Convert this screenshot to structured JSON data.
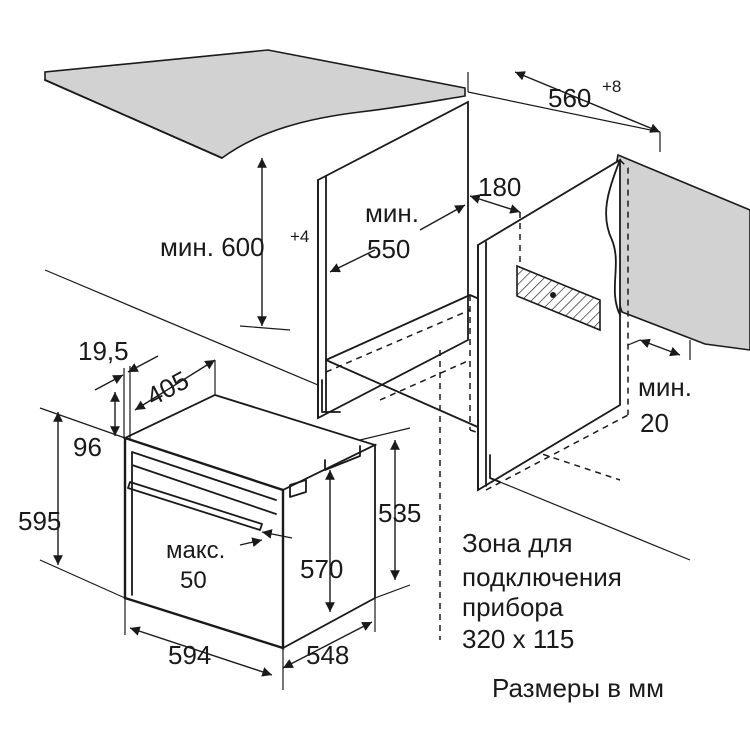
{
  "dimensions": {
    "niche_width": "560",
    "niche_width_sup": "+8",
    "min_height": "мин. 600",
    "min_height_sup": "+4",
    "min_depth_line1": "мин.",
    "min_depth_line2": "550",
    "top_gap": "180",
    "side_gap_line1": "мин.",
    "side_gap_line2": "20",
    "front_offset": "19,5",
    "front_depth": "405",
    "top_clearance": "96",
    "oven_height": "595",
    "handle_line1": "макс.",
    "handle_line2": "50",
    "inner_height": "570",
    "body_height": "535",
    "oven_width": "594",
    "oven_depth": "548"
  },
  "connection_zone": {
    "line1": "Зона для",
    "line2": "подключения",
    "line3": "прибора",
    "line4": "320 x 115"
  },
  "footer_note": "Размеры в мм"
}
